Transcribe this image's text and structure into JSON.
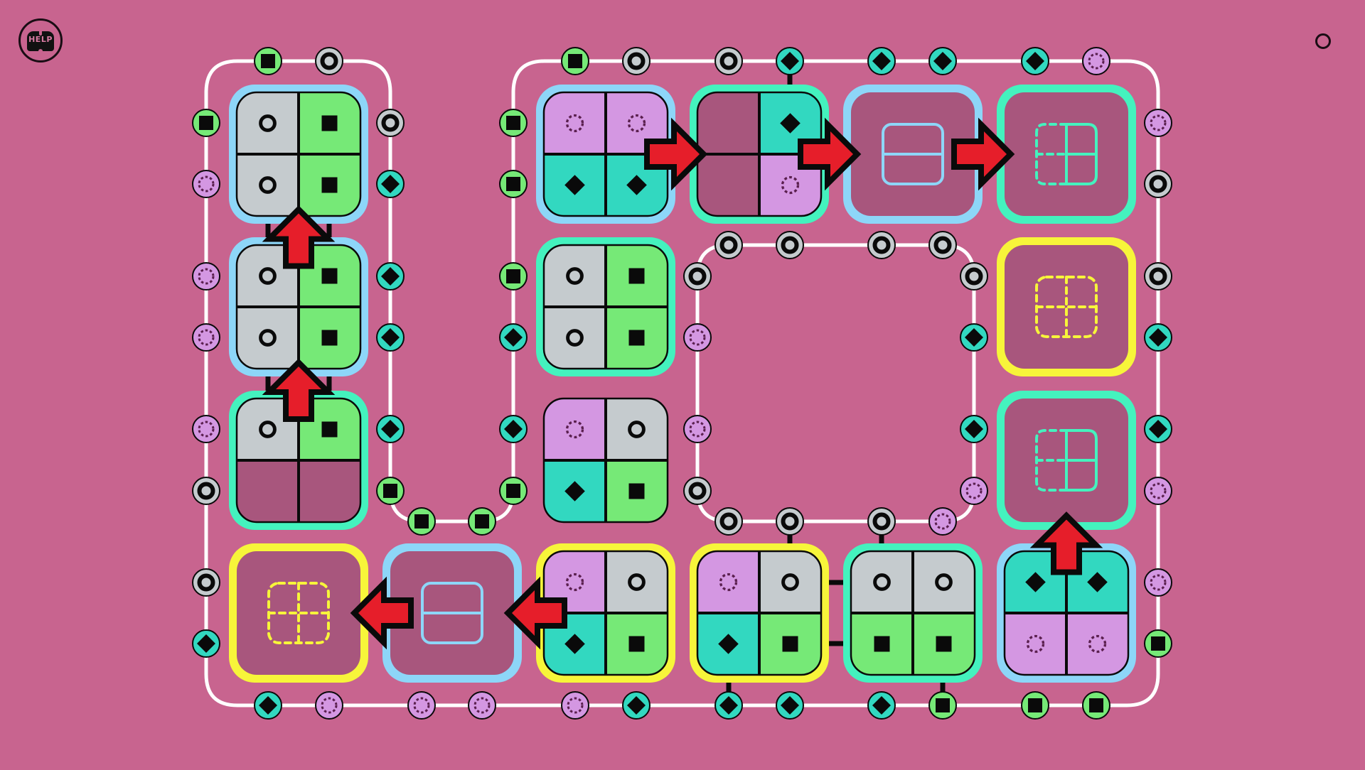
{
  "header": {
    "help_label": "HELP",
    "help_icon": "book-icon",
    "menu_icon": "circle-menu-icon"
  },
  "colors": {
    "background": "#C8648F",
    "slot_fill": "#A8567D",
    "track": "#FFFFFF",
    "ring_blue": "#8DD6F8",
    "ring_teal": "#44F2BE",
    "ring_yellow": "#F7F53A",
    "quad_grey": "#C5CBCE",
    "quad_green": "#76E977",
    "quad_teal": "#32D8C0",
    "quad_purple": "#D497E2",
    "arrow_red": "#E61E2A",
    "outline": "#0A0A0A"
  },
  "symbols": {
    "ring": {
      "name": "ring-symbol",
      "quad": "grey"
    },
    "square": {
      "name": "square-symbol",
      "quad": "green"
    },
    "diamond": {
      "name": "diamond-symbol",
      "quad": "teal"
    },
    "dots": {
      "name": "dotted-circle-symbol",
      "quad": "purple"
    }
  },
  "tiles": [
    {
      "id": "t-r1c1",
      "col": 0,
      "row": 0,
      "ring": "blue",
      "quads": [
        "ring",
        "square",
        "ring",
        "square"
      ]
    },
    {
      "id": "t-r2c1",
      "col": 0,
      "row": 1,
      "ring": "blue",
      "quads": [
        "ring",
        "square",
        "ring",
        "square"
      ]
    },
    {
      "id": "t-r3c1",
      "col": 0,
      "row": 2,
      "ring": "teal",
      "quads": [
        "ring",
        "square",
        "empty",
        "empty"
      ]
    },
    {
      "id": "t-r4c1",
      "col": 0,
      "row": 3,
      "ring": "yellow",
      "slot": "quad-dashed"
    },
    {
      "id": "t-r4c2",
      "col": 1,
      "row": 3,
      "ring": "blue",
      "slot": "half-solid"
    },
    {
      "id": "t-r1c3",
      "col": 2,
      "row": 0,
      "ring": "blue",
      "quads": [
        "dots",
        "dots",
        "diamond",
        "diamond"
      ]
    },
    {
      "id": "t-r2c3",
      "col": 2,
      "row": 1,
      "ring": "teal",
      "quads": [
        "ring",
        "square",
        "ring",
        "square"
      ]
    },
    {
      "id": "t-r3c3",
      "col": 2,
      "row": 2,
      "ring": "none",
      "quads": [
        "dots",
        "ring",
        "diamond",
        "square"
      ]
    },
    {
      "id": "t-r4c3",
      "col": 2,
      "row": 3,
      "ring": "yellow",
      "quads": [
        "dots",
        "ring",
        "diamond",
        "square"
      ]
    },
    {
      "id": "t-r1c4",
      "col": 3,
      "row": 0,
      "ring": "teal",
      "quads": [
        "empty",
        "diamond",
        "empty",
        "dots"
      ]
    },
    {
      "id": "t-r4c4",
      "col": 3,
      "row": 3,
      "ring": "yellow",
      "quads": [
        "dots",
        "ring",
        "diamond",
        "square"
      ]
    },
    {
      "id": "t-r1c5",
      "col": 4,
      "row": 0,
      "ring": "blue",
      "slot": "half-solid"
    },
    {
      "id": "t-r4c5",
      "col": 4,
      "row": 3,
      "ring": "teal",
      "quads": [
        "ring",
        "ring",
        "square",
        "square"
      ]
    },
    {
      "id": "t-r1c6",
      "col": 5,
      "row": 0,
      "ring": "teal",
      "slot": "left-dashed"
    },
    {
      "id": "t-r2c6",
      "col": 5,
      "row": 1,
      "ring": "yellow",
      "slot": "quad-dashed"
    },
    {
      "id": "t-r3c6",
      "col": 5,
      "row": 2,
      "ring": "teal",
      "slot": "left-dashed"
    },
    {
      "id": "t-r4c6",
      "col": 5,
      "row": 3,
      "ring": "blue",
      "quads": [
        "diamond",
        "diamond",
        "dots",
        "dots"
      ]
    }
  ],
  "arrows": [
    {
      "id": "arrow-r3c1-up",
      "from": [
        0,
        2
      ],
      "to": [
        0,
        1
      ],
      "dir": "up"
    },
    {
      "id": "arrow-r2c1-up",
      "from": [
        0,
        1
      ],
      "to": [
        0,
        0
      ],
      "dir": "up"
    },
    {
      "id": "arrow-r1c3-right",
      "from": [
        2,
        0
      ],
      "to": [
        3,
        0
      ],
      "dir": "right"
    },
    {
      "id": "arrow-r1c4-right",
      "from": [
        3,
        0
      ],
      "to": [
        4,
        0
      ],
      "dir": "right"
    },
    {
      "id": "arrow-r1c5-right",
      "from": [
        4,
        0
      ],
      "to": [
        5,
        0
      ],
      "dir": "right"
    },
    {
      "id": "arrow-r4c6-up",
      "from": [
        5,
        3
      ],
      "to": [
        5,
        2
      ],
      "dir": "up"
    },
    {
      "id": "arrow-r4c3-left",
      "from": [
        2,
        3
      ],
      "to": [
        1,
        3
      ],
      "dir": "left"
    },
    {
      "id": "arrow-r4c2-left",
      "from": [
        1,
        3
      ],
      "to": [
        0,
        3
      ],
      "dir": "left"
    }
  ],
  "tracks": {
    "outer_top_left": [
      "square",
      "ring"
    ],
    "outer_top_right": [
      "square",
      "ring",
      "ring",
      "diamond",
      "diamond",
      "diamond",
      "diamond",
      "dots"
    ],
    "outer_left": [
      "square",
      "dots",
      "dots",
      "dots",
      "dots",
      "ring",
      "ring",
      "diamond"
    ],
    "outer_right": [
      "dots",
      "ring",
      "ring",
      "diamond",
      "diamond",
      "dots",
      "dots",
      "square"
    ],
    "outer_bottom": [
      "diamond",
      "dots",
      "dots",
      "dots",
      "dots",
      "diamond",
      "diamond",
      "diamond",
      "diamond",
      "square",
      "square",
      "square"
    ],
    "uloop_left": [
      "ring",
      "diamond",
      "diamond",
      "diamond",
      "diamond",
      "square"
    ],
    "uloop_right": [
      "square",
      "square",
      "square",
      "diamond",
      "diamond",
      "square"
    ],
    "uloop_bottom": [
      "square",
      "square"
    ],
    "inner_top": [
      "ring",
      "ring",
      "ring",
      "ring"
    ],
    "inner_left": [
      "ring",
      "dots",
      "dots",
      "ring"
    ],
    "inner_right": [
      "ring",
      "diamond",
      "diamond",
      "dots"
    ],
    "inner_bottom": [
      "ring",
      "ring",
      "ring",
      "dots"
    ]
  }
}
